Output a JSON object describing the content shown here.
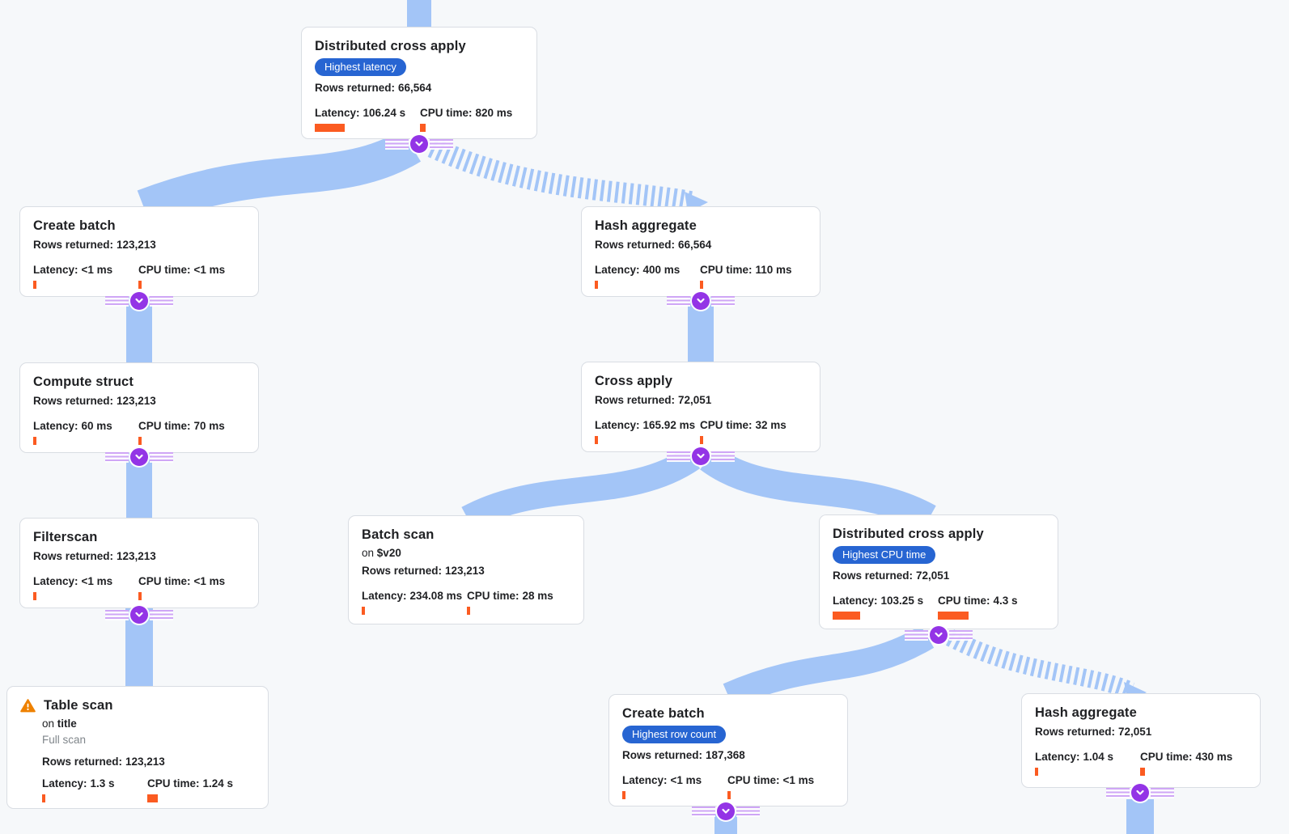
{
  "page": {
    "background": "#f6f8fa"
  },
  "colors": {
    "edge_blue": "#a3c5f7",
    "badge_blue": "#2765d2",
    "metric_bar_orange": "#fb5b21",
    "junction_purple": "#9334e6",
    "warning_orange": "#ee8100",
    "card_border": "#d9dde3",
    "subtitle_gray": "#80868b"
  },
  "nodes": [
    {
      "title": "Distributed cross apply",
      "badge": "Highest latency",
      "rows_label": "Rows returned:",
      "rows_value": "66,564",
      "latency_label": "Latency:",
      "latency_value": "106.24 s",
      "latency_bar": 37,
      "cpu_label": "CPU time:",
      "cpu_value": "820 ms",
      "cpu_bar": 7
    },
    {
      "title": "Create batch",
      "rows_label": "Rows returned:",
      "rows_value": "123,213",
      "latency_label": "Latency:",
      "latency_value": "<1 ms",
      "latency_bar": 4,
      "cpu_label": "CPU time:",
      "cpu_value": "<1 ms",
      "cpu_bar": 4
    },
    {
      "title": "Hash aggregate",
      "rows_label": "Rows returned:",
      "rows_value": "66,564",
      "latency_label": "Latency:",
      "latency_value": "400 ms",
      "latency_bar": 4,
      "cpu_label": "CPU time:",
      "cpu_value": "110 ms",
      "cpu_bar": 4
    },
    {
      "title": "Compute struct",
      "rows_label": "Rows returned:",
      "rows_value": "123,213",
      "latency_label": "Latency:",
      "latency_value": "60 ms",
      "latency_bar": 4,
      "cpu_label": "CPU time:",
      "cpu_value": "70 ms",
      "cpu_bar": 4
    },
    {
      "title": "Cross apply",
      "rows_label": "Rows returned:",
      "rows_value": "72,051",
      "latency_label": "Latency:",
      "latency_value": "165.92 ms",
      "latency_bar": 4,
      "cpu_label": "CPU time:",
      "cpu_value": "32 ms",
      "cpu_bar": 4
    },
    {
      "title": "Filterscan",
      "rows_label": "Rows returned:",
      "rows_value": "123,213",
      "latency_label": "Latency:",
      "latency_value": "<1 ms",
      "latency_bar": 4,
      "cpu_label": "CPU time:",
      "cpu_value": "<1 ms",
      "cpu_bar": 4
    },
    {
      "title": "Batch scan",
      "on_prefix": "on",
      "on_target": "$v20",
      "rows_label": "Rows returned:",
      "rows_value": "123,213",
      "latency_label": "Latency:",
      "latency_value": "234.08 ms",
      "latency_bar": 4,
      "cpu_label": "CPU time:",
      "cpu_value": "28 ms",
      "cpu_bar": 4
    },
    {
      "title": "Distributed cross apply",
      "badge": "Highest CPU time",
      "rows_label": "Rows returned:",
      "rows_value": "72,051",
      "latency_label": "Latency:",
      "latency_value": "103.25 s",
      "latency_bar": 34,
      "cpu_label": "CPU time:",
      "cpu_value": "4.3 s",
      "cpu_bar": 38
    },
    {
      "title": "Table scan",
      "warning": true,
      "on_prefix": "on",
      "on_target": "title",
      "subtitle": "Full scan",
      "rows_label": "Rows returned:",
      "rows_value": "123,213",
      "latency_label": "Latency:",
      "latency_value": "1.3 s",
      "latency_bar": 4,
      "cpu_label": "CPU time:",
      "cpu_value": "1.24 s",
      "cpu_bar": 13
    },
    {
      "title": "Create batch",
      "badge": "Highest row count",
      "rows_label": "Rows returned:",
      "rows_value": "187,368",
      "latency_label": "Latency:",
      "latency_value": "<1 ms",
      "latency_bar": 4,
      "cpu_label": "CPU time:",
      "cpu_value": "<1 ms",
      "cpu_bar": 4
    },
    {
      "title": "Hash aggregate",
      "rows_label": "Rows returned:",
      "rows_value": "72,051",
      "latency_label": "Latency:",
      "latency_value": "1.04 s",
      "latency_bar": 4,
      "cpu_label": "CPU time:",
      "cpu_value": "430 ms",
      "cpu_bar": 6
    }
  ],
  "edges": [
    {
      "from": "Distributed cross apply (root)",
      "to": "Create batch",
      "style": "solid"
    },
    {
      "from": "Distributed cross apply (root)",
      "to": "Hash aggregate",
      "style": "striped"
    },
    {
      "from": "Create batch",
      "to": "Compute struct",
      "style": "solid"
    },
    {
      "from": "Hash aggregate",
      "to": "Cross apply",
      "style": "solid"
    },
    {
      "from": "Compute struct",
      "to": "Filterscan",
      "style": "solid"
    },
    {
      "from": "Filterscan",
      "to": "Table scan",
      "style": "solid"
    },
    {
      "from": "Cross apply",
      "to": "Batch scan",
      "style": "solid"
    },
    {
      "from": "Cross apply",
      "to": "Distributed cross apply (2)",
      "style": "solid"
    },
    {
      "from": "Distributed cross apply (2)",
      "to": "Create batch (2)",
      "style": "solid"
    },
    {
      "from": "Distributed cross apply (2)",
      "to": "Hash aggregate (2)",
      "style": "striped"
    }
  ]
}
